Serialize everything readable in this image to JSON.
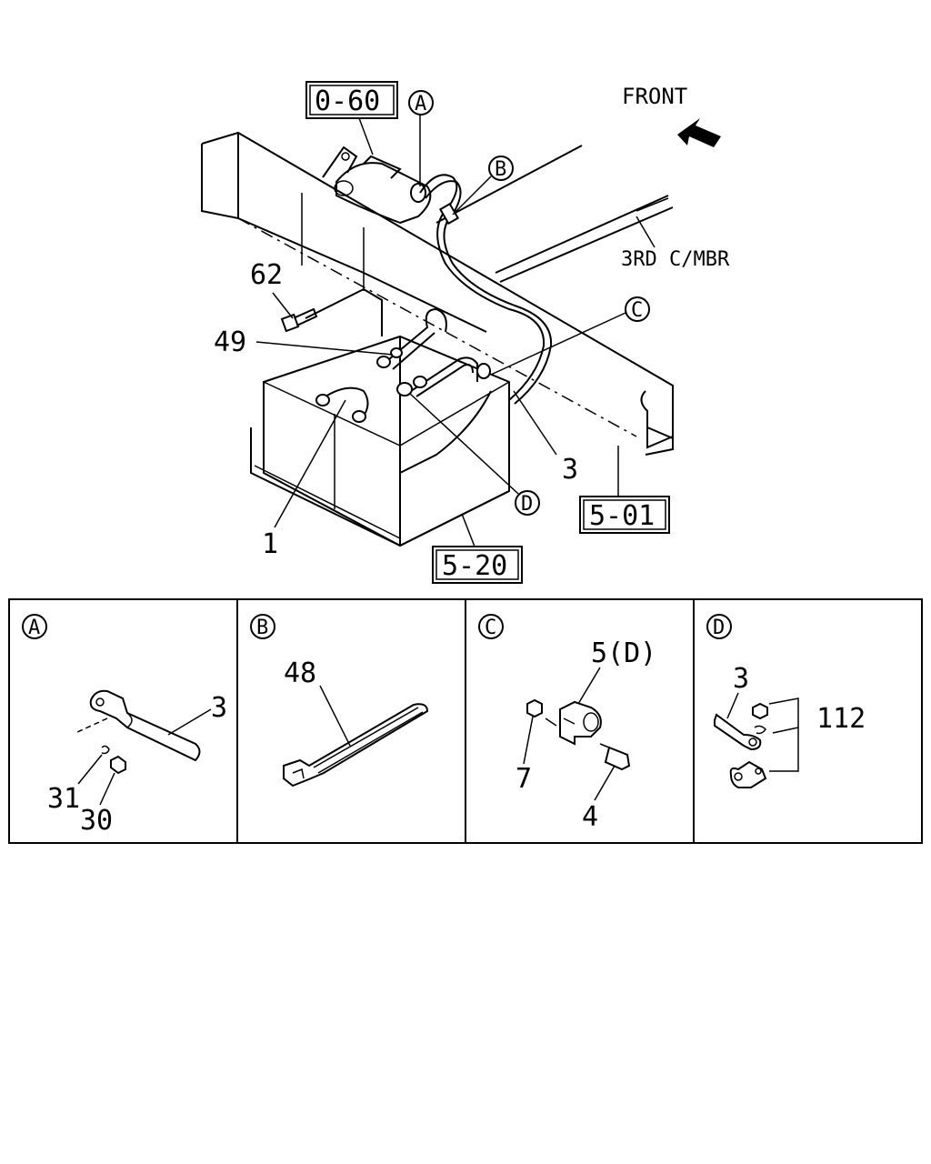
{
  "main_diagram": {
    "front_label": "FRONT",
    "member_label": "3RD C/MBR",
    "ref_boxes": {
      "r060": "0-60",
      "r501": "5-01",
      "r520": "5-20"
    },
    "circles": {
      "a": "A",
      "b": "B",
      "c": "C",
      "d": "D"
    },
    "part_numbers": {
      "p62": "62",
      "p49": "49",
      "p3": "3",
      "p1": "1"
    }
  },
  "details": {
    "A": {
      "letter": "A",
      "parts": {
        "p3": "3",
        "p31": "31",
        "p30": "30"
      }
    },
    "B": {
      "letter": "B",
      "parts": {
        "p48": "48"
      }
    },
    "C": {
      "letter": "C",
      "parts": {
        "p5d": "5(D)",
        "p7": "7",
        "p4": "4"
      }
    },
    "D": {
      "letter": "D",
      "parts": {
        "p3": "3",
        "p112": "112"
      }
    }
  }
}
